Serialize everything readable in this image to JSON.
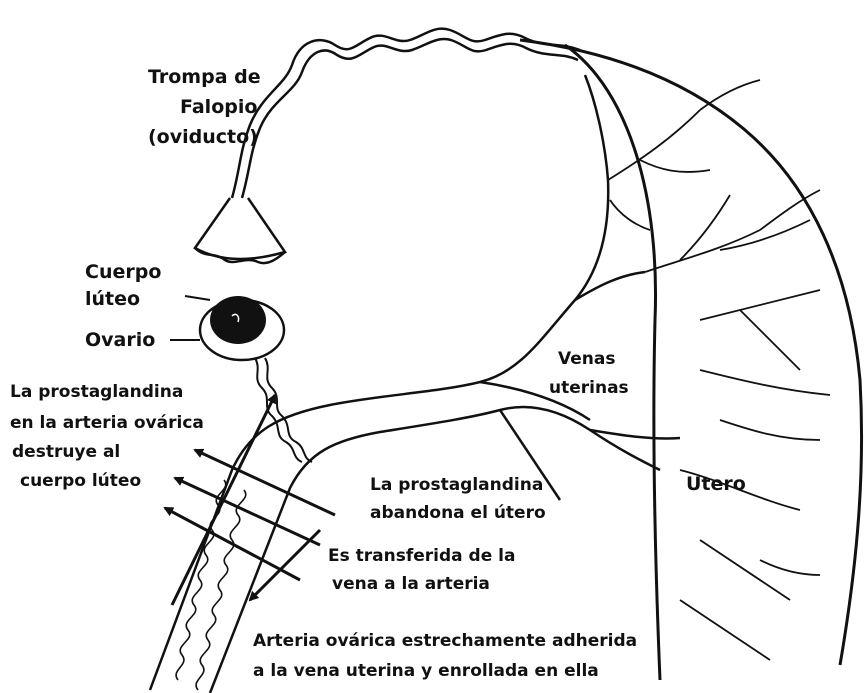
{
  "labels": {
    "trompa_1": "Trompa de",
    "trompa_2": "Falopio",
    "trompa_3": "(oviducto)",
    "cuerpo_1": "Cuerpo",
    "cuerpo_2": "lúteo",
    "ovario": "Ovario",
    "prosta_1": "La prostaglandina",
    "prosta_2": "en la arteria ovárica",
    "prosta_3": "destruye al",
    "prosta_4": "cuerpo lúteo",
    "venas_1": "Venas",
    "venas_2": "uterinas",
    "utero": "Utero",
    "abandona_1": "La prostaglandina",
    "abandona_2": "abandona el útero",
    "transf_1": "Es transferida de la",
    "transf_2": "vena a la arteria",
    "arteria_1": "Arteria ovárica estrechamente adherida",
    "arteria_2": "a la vena uterina y enrollada en ella"
  },
  "colors": {
    "ink": "#111111",
    "paper": "#ffffff"
  }
}
